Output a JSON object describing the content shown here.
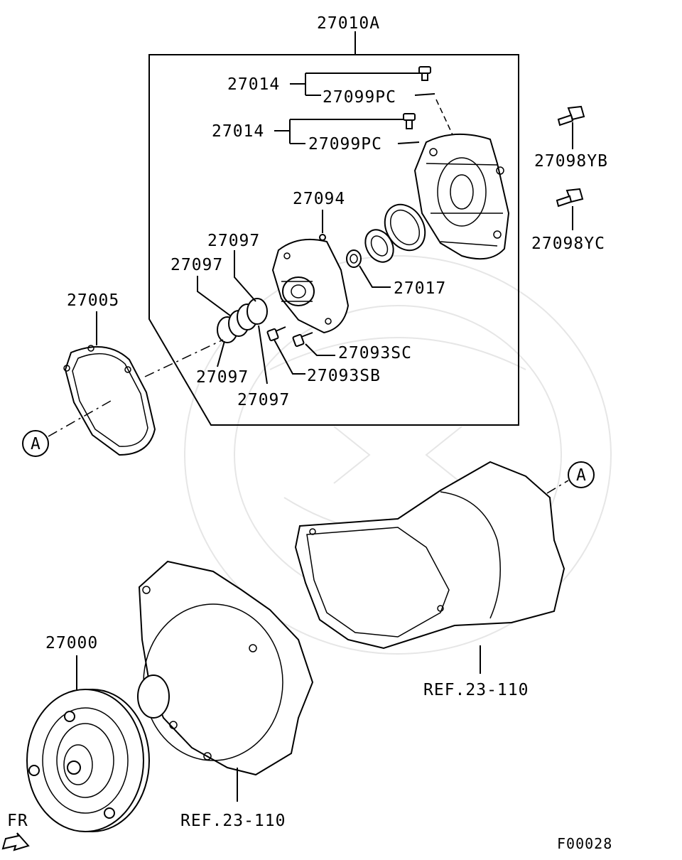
{
  "labels": {
    "assembly": "27010A",
    "screw_upper": "27014",
    "pin_upper": "27099PC",
    "screw_lower": "27014",
    "pin_lower": "27099PC",
    "bolt_yb": "27098YB",
    "bolt_yc": "27098YC",
    "oring_pump": "27094",
    "ring_a": "27097",
    "ring_b": "27097",
    "ring_c": "27097",
    "ring_d": "27097",
    "seal": "27017",
    "bolt_sc": "27093SC",
    "bolt_sb": "27093SB",
    "gasket": "27005",
    "converter": "27000",
    "ref_case": "REF.23-110",
    "ref_housing": "REF.23-110",
    "callout_left": "A",
    "callout_right": "A",
    "fr": "FR",
    "figure_code": "F00028"
  },
  "icons": {
    "fr_arrow": "front-direction-arrow-icon",
    "callout": "circled-letter-icon"
  }
}
